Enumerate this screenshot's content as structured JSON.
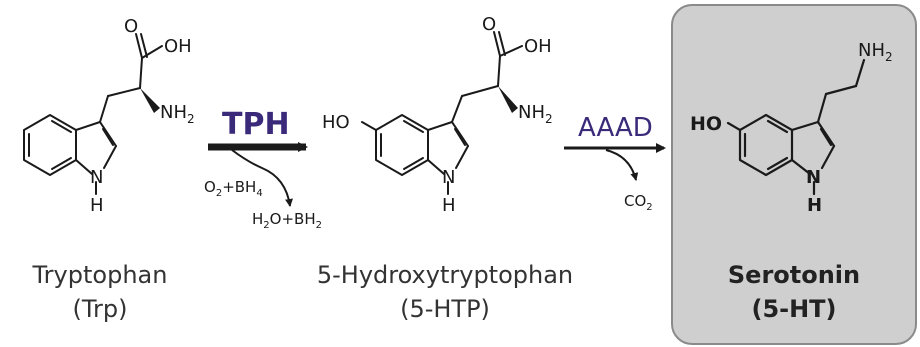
{
  "colors": {
    "enzyme": "#3b2a7a",
    "highlight_fill": "#cfcfcf",
    "highlight_stroke": "#8a8a8a",
    "ink": "#1a1a1a"
  },
  "molecules": {
    "trp": {
      "cooh": "OH",
      "carbonyl_o": "O",
      "amine": "NH",
      "amine_sub": "2",
      "ring_n": "N",
      "ring_h": "H",
      "name": "Tryptophan",
      "abbr": "(Trp)"
    },
    "htp": {
      "hydroxy": "HO",
      "cooh": "OH",
      "carbonyl_o": "O",
      "amine": "NH",
      "amine_sub": "2",
      "ring_n": "N",
      "ring_h": "H",
      "name": "5-Hydroxytryptophan",
      "abbr": "(5-HTP)"
    },
    "serotonin": {
      "hydroxy": "HO",
      "amine": "NH",
      "amine_sub": "2",
      "ring_n": "N",
      "ring_h": "H",
      "name": "Serotonin",
      "abbr": "(5-HT)"
    }
  },
  "step1": {
    "enzyme": "TPH",
    "in_o": "O",
    "in_o_sub": "2",
    "in_plus": "+",
    "in_bh": "BH",
    "in_bh_sub": "4",
    "out_h": "H",
    "out_h_sub": "2",
    "out_o": "O",
    "out_plus": "+",
    "out_bh": "BH",
    "out_bh_sub": "2"
  },
  "step2": {
    "enzyme": "AAAD",
    "out_co": "CO",
    "out_co_sub": "2"
  }
}
